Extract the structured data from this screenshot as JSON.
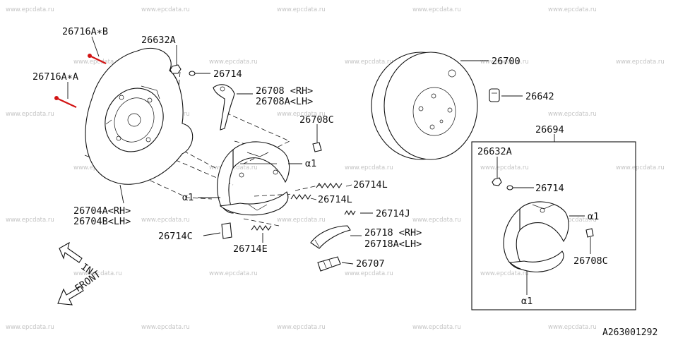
{
  "watermark": "www.epcdata.ru",
  "diagram_code": "A263001292",
  "callouts": {
    "p26716AB": "26716A∗B",
    "p26716AA": "26716A∗A",
    "p26632A_main": "26632A",
    "p26714_main": "26714",
    "p26708_rh": "26708 <RH>",
    "p26708A_lh": "26708A<LH>",
    "p26708C_main": "26708C",
    "a1_upper": "α1",
    "a1_left": "α1",
    "p26714L_a": "26714L",
    "p26714L_b": "26714L",
    "p26714J": "26714J",
    "p26718_rh": "26718 <RH>",
    "p26718A_lh": "26718A<LH>",
    "p26707": "26707",
    "p26704A_rh": "26704A<RH>",
    "p26704B_lh": "26704B<LH>",
    "p26714C": "26714C",
    "p26714E": "26714E",
    "p26700": "26700",
    "p26642": "26642",
    "p26694": "26694",
    "p26632A_kit": "26632A",
    "p26714_kit": "26714",
    "a1_kit_right": "α1",
    "p26708C_kit": "26708C",
    "a1_kit_bottom": "α1"
  },
  "direction_arrows": {
    "in_label": "IN",
    "front_label": "FRONT"
  },
  "colors": {
    "line": "#111111",
    "screw_highlight": "#d21414",
    "watermark": "#c4c4c4"
  }
}
